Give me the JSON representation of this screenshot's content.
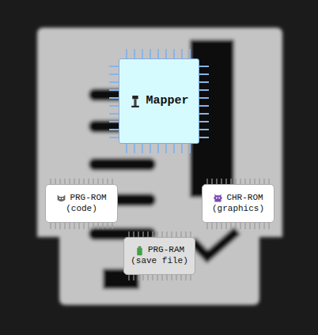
{
  "diagram": {
    "nodes": [
      {
        "text": [
          "Mapper"
        ]
      },
      {
        "text": [
          "PRG-ROM",
          "(code)"
        ]
      },
      {
        "text": [
          "CHR-ROM",
          "(graphics)"
        ]
      },
      {
        "text": [
          "PRG-RAM",
          "(save file)"
        ]
      }
    ]
  }
}
